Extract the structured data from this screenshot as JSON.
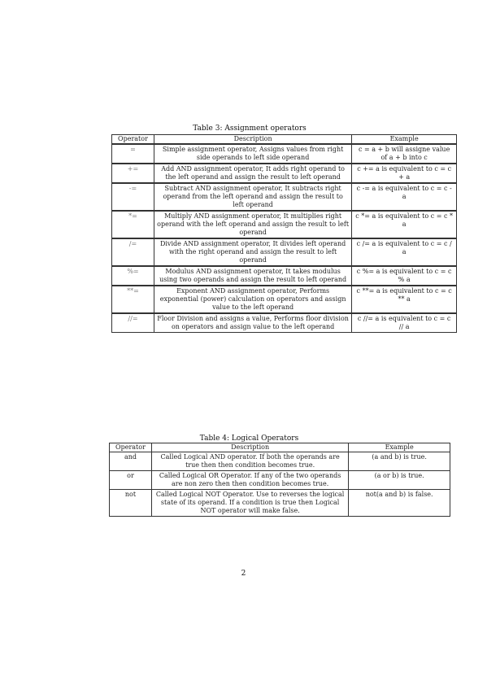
{
  "table3": {
    "caption": "Table 3: Assignment operators",
    "headers": [
      "Operator",
      "Description",
      "Example"
    ],
    "rows": [
      {
        "op": "=",
        "desc": "Simple assignment operator, Assigns values from right side operands to left side operand",
        "ex": "c = a + b will assigne value of a + b into c"
      },
      {
        "op": "+=",
        "desc": "Add AND assignment operator, It adds right operand to the left operand and assign the result to left operand",
        "ex": "c += a is equivalent to c = c + a"
      },
      {
        "op": "-=",
        "desc": "Subtract AND assignment operator, It subtracts right operand from the left operand and assign the result to left operand",
        "ex": "c -= a is equivalent to c = c - a"
      },
      {
        "op": "*=",
        "desc": "Multiply AND assignment operator, It multiplies right operand with the left operand and assign the result to left operand",
        "ex": "c *= a is equivalent to c = c * a"
      },
      {
        "op": "/=",
        "desc": "Divide AND assignment operator, It divides left operand with the right operand and assign the result to left operand",
        "ex": "c /= a is equivalent to c = c / a"
      },
      {
        "op": "%=",
        "desc": "Modulus AND assignment operator, It takes modulus using two operands and assign the result to left operand",
        "ex": "c %= a is equivalent to c = c % a"
      },
      {
        "op": "**=",
        "desc": "Exponent AND assignment operator, Performs exponential (power) calculation on operators and assign value to the left operand",
        "ex": "c **= a is equivalent to c = c ** a"
      },
      {
        "op": "//=",
        "desc": "Floor Division and assigns a value, Performs floor division on operators and assign value to the left operand",
        "ex": "c //= a is equivalent to c = c // a"
      }
    ]
  },
  "table4": {
    "caption": "Table 4: Logical Operators",
    "headers": [
      "Operator",
      "Description",
      "Example"
    ],
    "rows": [
      {
        "op": "and",
        "desc": "Called Logical AND operator. If both the operands are true then then condition becomes true.",
        "ex": "(a and b) is true."
      },
      {
        "op": "or",
        "desc": "Called Logical OR Operator. If any of the two operands are non zero then then condition becomes true.",
        "ex": "(a or b) is true."
      },
      {
        "op": "not",
        "desc": "Called Logical NOT Operator. Use to reverses the logical state of its operand. If a condition is true then Logical NOT operator will make false.",
        "ex": "not(a and b) is false."
      }
    ]
  },
  "page_number": "2"
}
